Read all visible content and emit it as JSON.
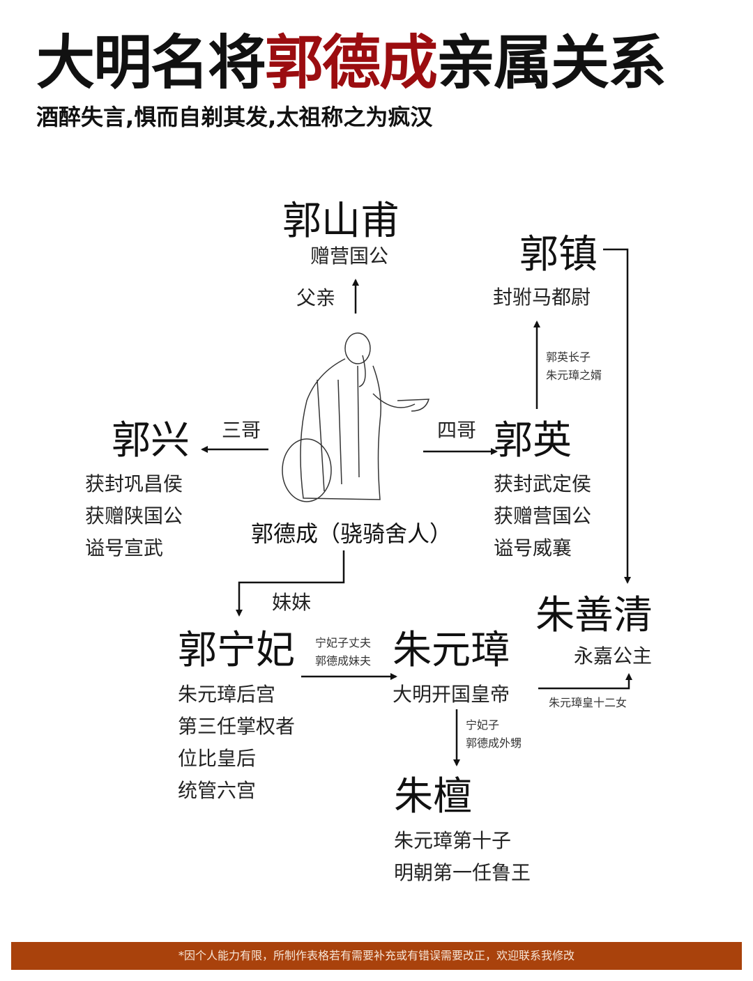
{
  "title": {
    "part1": "大明名将",
    "highlight": "郭德成",
    "part2": "亲属关系",
    "highlight_color": "#9b0d10"
  },
  "subtitle": "酒醉失言,惧而自剃其发,太祖称之为疯汉",
  "center": {
    "name": "郭德成（骁骑舍人）"
  },
  "father": {
    "name": "郭山甫",
    "title": "赠营国公",
    "relation": "父亲"
  },
  "guozhen": {
    "name": "郭镇",
    "title": "封驸马都尉",
    "note": [
      "郭英长子",
      "朱元璋之婿"
    ]
  },
  "guoxing": {
    "name": "郭兴",
    "relation": "三哥",
    "lines": [
      "获封巩昌侯",
      "获赠陕国公",
      "谥号宣武"
    ]
  },
  "guoying": {
    "name": "郭英",
    "relation": "四哥",
    "lines": [
      "获封武定侯",
      "获赠营国公",
      "谥号威襄"
    ]
  },
  "ningfei": {
    "name": "郭宁妃",
    "relation": "妹妹",
    "lines": [
      "朱元璋后宫",
      "第三任掌权者",
      "位比皇后",
      "统管六宫"
    ],
    "note": [
      "宁妃子丈夫",
      "郭德成妹夫"
    ]
  },
  "zhuyuanzhang": {
    "name": "朱元璋",
    "title": "大明开国皇帝"
  },
  "zhushanqing": {
    "name": "朱善清",
    "title": "永嘉公主",
    "note": "朱元璋皇十二女"
  },
  "zhutan": {
    "name": "朱檀",
    "lines": [
      "朱元璋第十子",
      "明朝第一任鲁王"
    ],
    "note": [
      "宁妃子",
      "郭德成外甥"
    ]
  },
  "footer": "*因个人能力有限，所制作表格若有需要补充或有错误需要改正，欢迎联系我修改",
  "footer_color": "#a9420c"
}
